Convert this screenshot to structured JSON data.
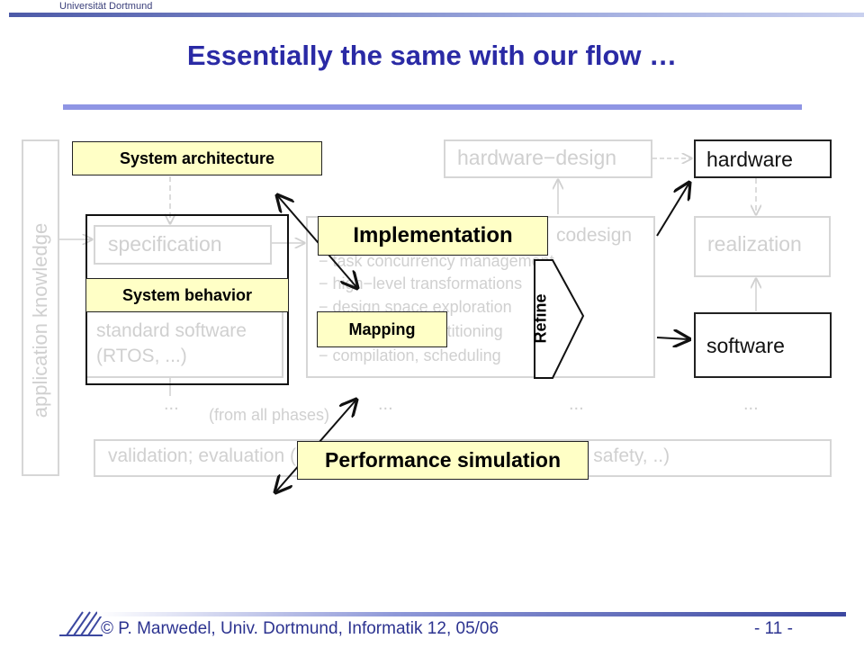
{
  "header": {
    "university": "Universität Dortmund",
    "title": "Essentially the same with our flow …"
  },
  "background_diagram": {
    "application_knowledge": "application knowledge",
    "hardware_design": "hardware−design",
    "specification": "specification",
    "codesign": "codesign",
    "codesign_items": [
      "− task concurrency management",
      "− high−level transformations",
      "− design space exploration",
      "− hw/software partitioning",
      "− compilation, scheduling"
    ],
    "standard_software_line1": "standard software",
    "standard_software_line2": "(RTOS, ...)",
    "realization": "realization",
    "ellipsis": "...",
    "from_all_phases": "(from all phases)",
    "validation": "validation; evaluation (performance, energy consumption, safety, ..)"
  },
  "boxes": {
    "hardware": "hardware",
    "software": "software"
  },
  "labels": {
    "system_architecture": "System architecture",
    "system_behavior": "System behavior",
    "implementation": "Implementation",
    "mapping": "Mapping",
    "refine": "Refine",
    "performance_simulation": "Performance simulation"
  },
  "footer": {
    "copyright_symbol": "©",
    "author": "P. Marwedel, Univ. Dortmund, Informatik 12, 05/06",
    "page": "- 11 -"
  },
  "colors": {
    "title": "#2a2aa5",
    "label_fill": "#ffffc6",
    "faded": "#d0d0d0",
    "footer_text": "#2c3390"
  }
}
